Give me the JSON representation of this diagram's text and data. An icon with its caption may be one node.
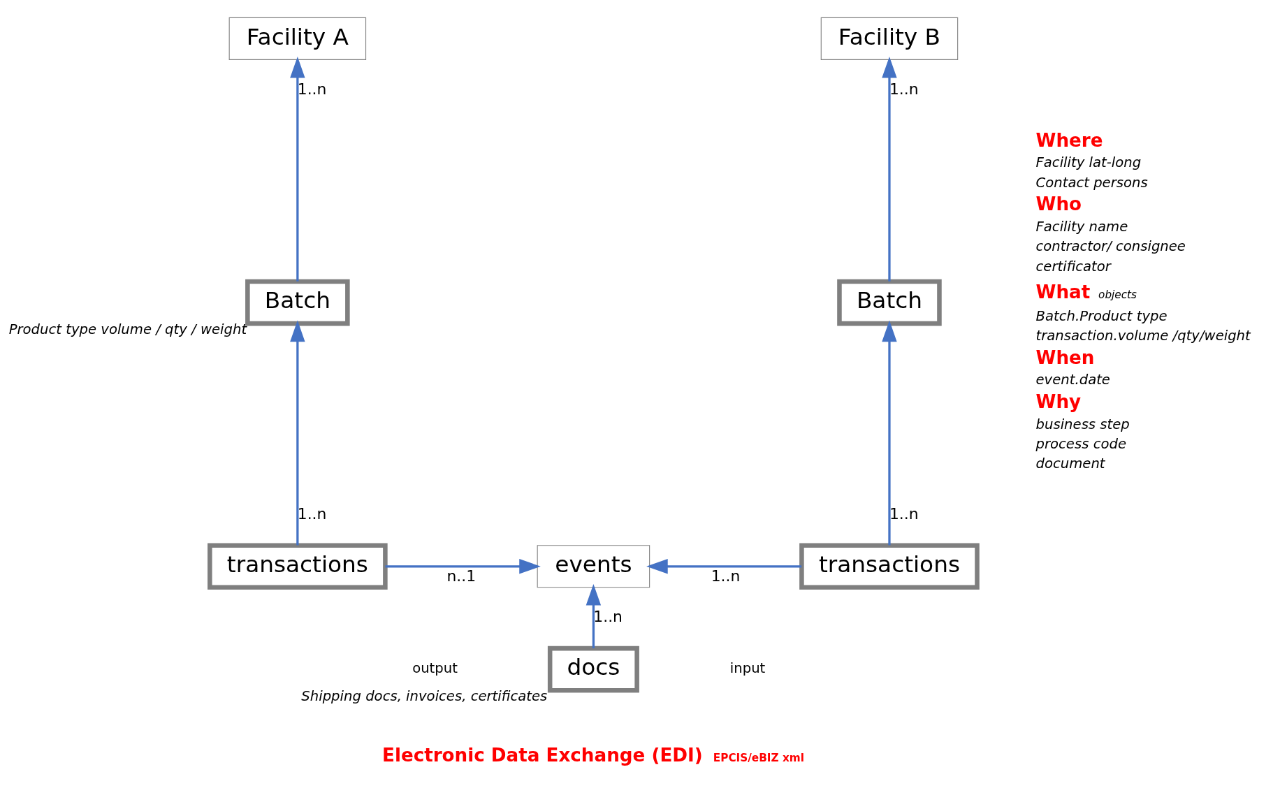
{
  "diagram": {
    "nodes": [
      {
        "text": [
          "Facility A"
        ]
      },
      {
        "text": [
          "Batch"
        ],
        "beside": [
          "Product type volume / qty / weight"
        ]
      },
      {
        "text": [
          "transactions"
        ]
      },
      {
        "text": [
          "events"
        ]
      },
      {
        "text": [
          "Facility B"
        ]
      },
      {
        "text": [
          "Batch"
        ]
      },
      {
        "text": [
          "transactions"
        ]
      },
      {
        "text": [
          "docs"
        ],
        "beside": [
          "Shipping docs, invoices, certificates"
        ]
      }
    ],
    "edges": [
      {
        "from": 1,
        "to": 0,
        "arrow": "to",
        "label": "1..n"
      },
      {
        "from": 2,
        "to": 1,
        "arrow": "to",
        "label": "1..n"
      },
      {
        "from": 2,
        "to": 3,
        "arrow": "to",
        "label": "n..1"
      },
      {
        "from": 6,
        "to": 3,
        "arrow": "to",
        "label": "1..n"
      },
      {
        "from": 6,
        "to": 5,
        "arrow": "to",
        "label": "1..n"
      },
      {
        "from": 5,
        "to": 4,
        "arrow": "to",
        "label": "1..n"
      },
      {
        "from": 7,
        "to": 3,
        "arrow": "to",
        "label": "1..n"
      }
    ],
    "labels": [
      "output",
      "input",
      "Electronic Data Exchange (EDI)",
      "EPCIS/eBIZ xml",
      "Where",
      "Facility lat-long",
      "Contact persons",
      "Who",
      "Facility name",
      "contractor/ consignee",
      "certificator",
      "What",
      "objects",
      "Batch.Product type",
      "transaction.volume /qty/weight",
      "When",
      "event.date",
      "Why",
      "business step",
      "process code",
      "document"
    ]
  }
}
